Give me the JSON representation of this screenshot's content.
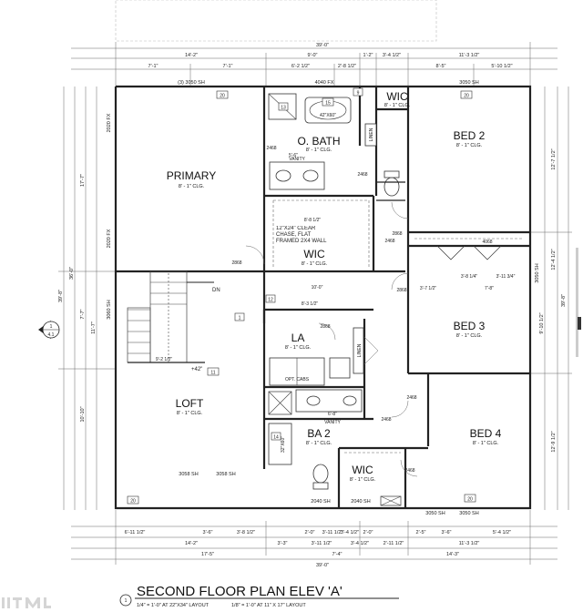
{
  "title": "SECOND FLOOR PLAN ELEV 'A'",
  "scale_notes": [
    "1/4\" = 1'-0\" AT 22\"X34\" LAYOUT",
    "1/8\" = 1'-0\" AT 11\" X 17\" LAYOUT"
  ],
  "detail_marker": {
    "number": "1",
    "sheet": "4.1"
  },
  "rooms": [
    {
      "id": "primary",
      "name": "PRIMARY",
      "ceiling": "8' - 1\" CLG."
    },
    {
      "id": "obath",
      "name": "O. BATH",
      "ceiling": "8' - 1\" CLG."
    },
    {
      "id": "wic1",
      "name": "WIC",
      "ceiling": "8' - 1\" CLG."
    },
    {
      "id": "wic2",
      "name": "WIC",
      "ceiling": "8' - 1\" CLG."
    },
    {
      "id": "bed2",
      "name": "BED 2",
      "ceiling": "8' - 1\" CLG."
    },
    {
      "id": "bed3",
      "name": "BED 3",
      "ceiling": "8' - 1\" CLG."
    },
    {
      "id": "bed4",
      "name": "BED 4",
      "ceiling": "8' - 1\" CLG."
    },
    {
      "id": "la",
      "name": "LA",
      "ceiling": "8' - 1\" CLG."
    },
    {
      "id": "loft",
      "name": "LOFT",
      "ceiling": "8' - 1\" CLG."
    },
    {
      "id": "ba2",
      "name": "BA 2",
      "ceiling": "8' - 1\" CLG."
    },
    {
      "id": "wic3",
      "name": "WIC",
      "ceiling": "8' - 1\" CLG."
    }
  ],
  "notes": {
    "chase": "12\"X24\" CLEAR CHASE, FLAT FRAMED 2X4 WALL",
    "vanity": "VANITY",
    "linen": "LINEN",
    "opt_cabs": "OPT. CABS",
    "dn": "DN",
    "plus42": "+42\""
  },
  "dims_top": {
    "overall": "39'-0\"",
    "row2": [
      "14'-2\"",
      "9'-0\"",
      "1'-2\"",
      "3'-4 1/2\"",
      "11'-3 1/2\""
    ],
    "row3": [
      "7'-1\"",
      "7'-1\"",
      "6'-2 1/2\"",
      "2'-8 1/2\"",
      "8'-5\"",
      "5'-10 1/2\""
    ],
    "windows": [
      "(3) 3050 SH",
      "4040 FX",
      "3050 SH"
    ]
  },
  "dims_bottom": {
    "overall": "39'-0\"",
    "row1": [
      "6'-11 1/2\"",
      "3'-6\"",
      "3'-8 1/2\"",
      "2'-0\"",
      "3'-11 1/2\"",
      "3'-4 1/2\"",
      "2'-0\"",
      "2'-5\"",
      "3'-6\"",
      "5'-4 1/2\""
    ],
    "row2": [
      "14'-2\"",
      "3'-3\"",
      "3'-11 1/2\"",
      "3'-4 1/2\"",
      "2'-11 1/2\"",
      "11'-3 1/2\""
    ],
    "row3": [
      "17'-5\"",
      "7'-4\"",
      "14'-3\""
    ],
    "windows": [
      "3058 SH",
      "3058 SH",
      "2040 SH",
      "2040 SH",
      "3050 SH",
      "3050 SH"
    ]
  },
  "dims_left": {
    "overall": "39'-8\"",
    "sub": [
      "36'-0\"",
      "17'-7\"",
      "10'-10\"",
      "7'-7\"",
      "11'-7\""
    ],
    "windows": [
      "2020 FX",
      "2020 FX",
      "3060 SH"
    ]
  },
  "dims_right": {
    "overall": "39'-8\"",
    "sub": [
      "12'-7 1/2\"",
      "12'-4 1/2\"",
      "9'-10 1/2\"",
      "12'-9 1/2\""
    ],
    "windows": [
      "3050 SH"
    ]
  },
  "interior_dims": [
    "8'-8 1/2\"",
    "10'-0\"",
    "8'-3 1/2\"",
    "3'-8 1/4\"",
    "3'-11 3/4\"",
    "7'-8\"",
    "3'-7 1/2\"",
    "6'-8\"",
    "5'-6\"",
    "9'-2 1/2\"",
    "42\"X60\"",
    "32\"X60\""
  ],
  "door_tags": [
    "2868",
    "2868",
    "2468",
    "2468",
    "2468",
    "2868",
    "2868",
    "2468",
    "2468",
    "4068",
    "2468"
  ],
  "window_tags": [
    "20",
    "20",
    "20",
    "20",
    "9",
    "11",
    "12",
    "13",
    "14",
    "15",
    "1"
  ]
}
